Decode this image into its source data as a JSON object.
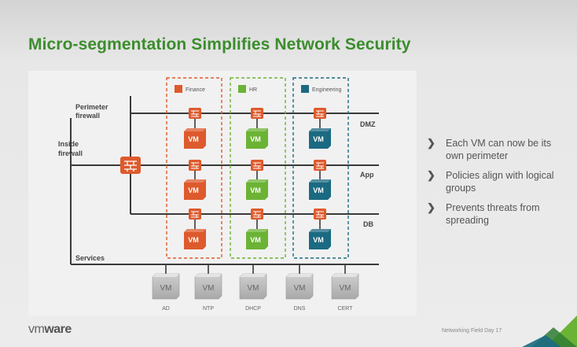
{
  "slide": {
    "title": "Micro-segmentation Simplifies Network Security",
    "logo_light": "vm",
    "logo_bold": "ware",
    "footer": "Networking Field Day 17"
  },
  "diagram": {
    "labels": {
      "perimeter_line1": "Perimeter",
      "perimeter_line2": "firewall",
      "inside_line1": "Inside",
      "inside_line2": "firewall",
      "services": "Services"
    },
    "tiers": [
      "DMZ",
      "App",
      "DB"
    ],
    "groups": [
      {
        "name": "Finance",
        "color": "#de5a2c"
      },
      {
        "name": "HR",
        "color": "#6bb335"
      },
      {
        "name": "Engineering",
        "color": "#1b6a82"
      }
    ],
    "vm_label": "VM",
    "services": [
      {
        "vm": "VM",
        "label": "AD"
      },
      {
        "vm": "VM",
        "label": "NTP"
      },
      {
        "vm": "VM",
        "label": "DHCP"
      },
      {
        "vm": "VM",
        "label": "DNS"
      },
      {
        "vm": "VM",
        "label": "CERT"
      }
    ]
  },
  "bullets": [
    "Each VM can now be its own perimeter",
    "Policies align with logical groups",
    "Prevents threats from spreading"
  ],
  "icons": {
    "bullet": "chevron-right-icon",
    "firewall": "firewall-icon"
  }
}
